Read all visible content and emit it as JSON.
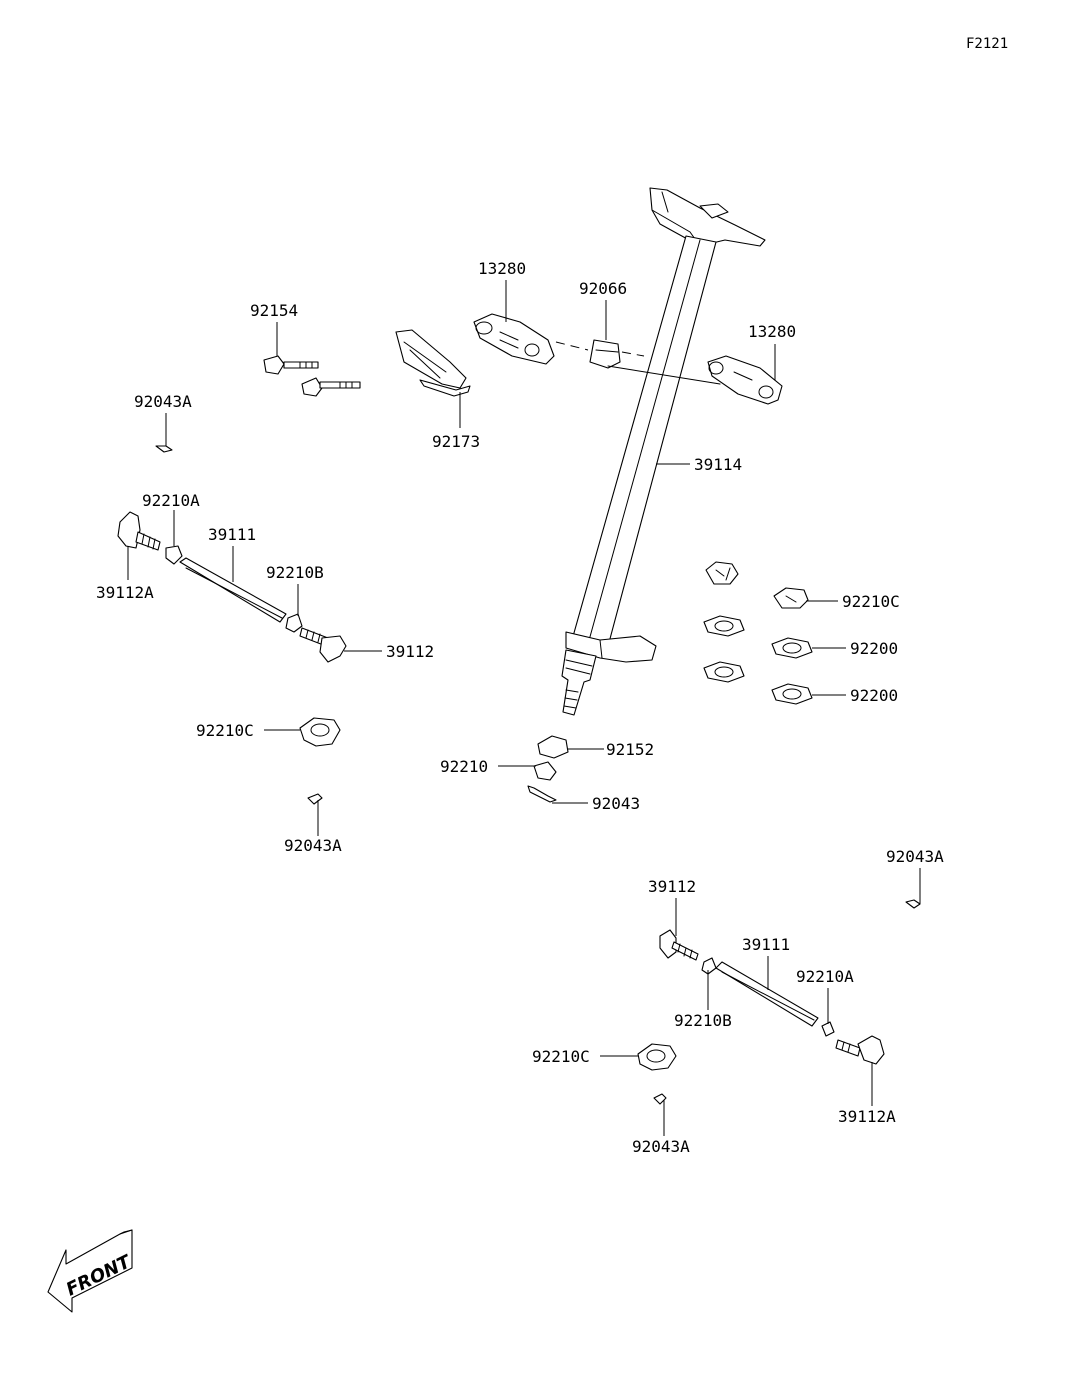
{
  "figure_number": "F2121",
  "front_label": "FRONT",
  "labels": {
    "l13280_a": "13280",
    "l13280_b": "13280",
    "l92066": "92066",
    "l92154": "92154",
    "l92173": "92173",
    "l92043A_top": "92043A",
    "l39114": "39114",
    "l92210A_left": "92210A",
    "l39111_left": "39111",
    "l39112A_left": "39112A",
    "l92210B_left": "92210B",
    "l39112_left": "39112",
    "l92210C_right": "92210C",
    "l92200_a": "92200",
    "l92200_b": "92200",
    "l92210C_left": "92210C",
    "l92152": "92152",
    "l92210": "92210",
    "l92043": "92043",
    "l92043A_left": "92043A",
    "l92043A_right": "92043A",
    "l39112_right": "39112",
    "l39111_right": "39111",
    "l92210A_right": "92210A",
    "l92210B_right": "92210B",
    "l92210C_bottom": "92210C",
    "l39112A_right": "39112A",
    "l92043A_bottom": "92043A"
  }
}
